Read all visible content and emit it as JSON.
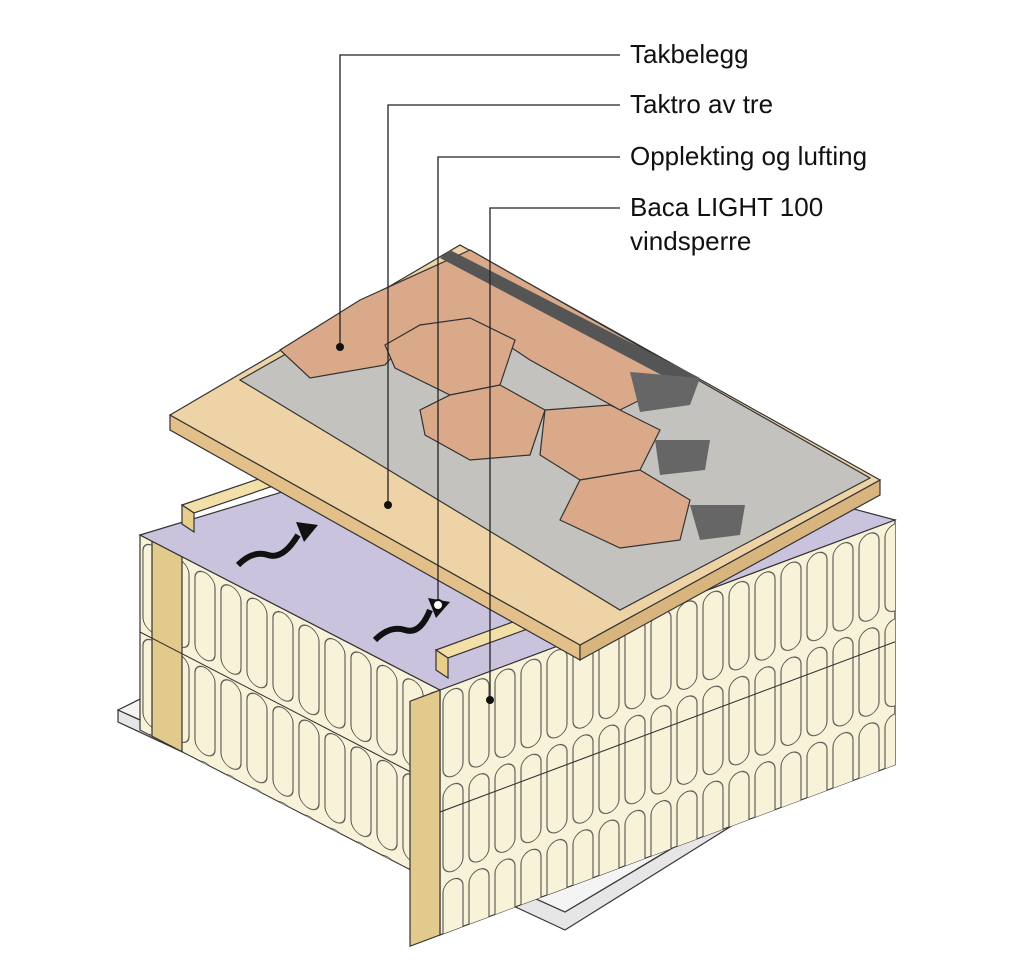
{
  "diagram": {
    "labels": {
      "roofing": "Takbelegg",
      "roof_boarding": "Taktro av tre",
      "battens": "Opplekting og lufting",
      "wind_barrier_line1": "Baca LIGHT 100",
      "wind_barrier_line2": "vindsperre"
    },
    "colors": {
      "shingle": "#d9a98a",
      "underlay": "#c4c2be",
      "boarding": "#edd3a6",
      "wind_barrier": "#c9c3de",
      "insulation": "#f8f2d8",
      "stud": "#e2c98c"
    }
  }
}
